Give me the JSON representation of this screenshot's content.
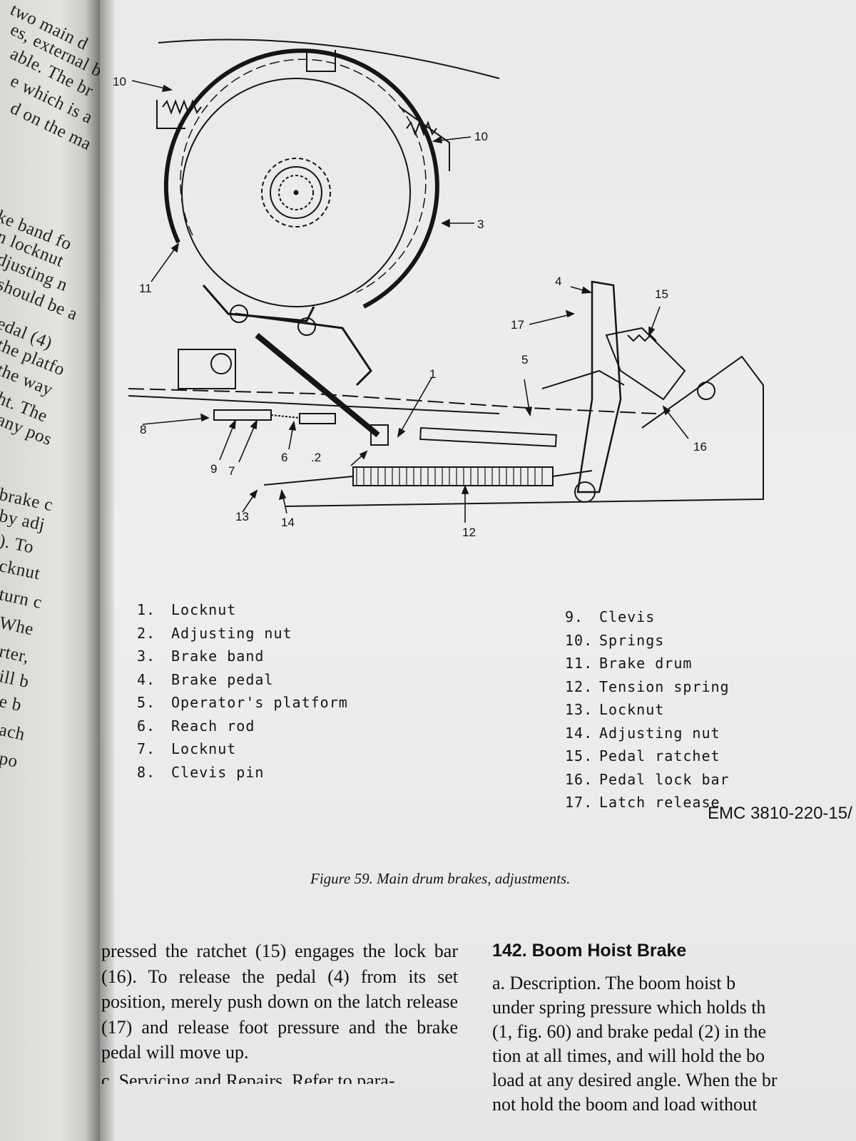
{
  "left_page_fragments": [
    "two main d",
    "es, external b",
    "able. The br",
    "e which is a",
    "d on the ma",
    "ke band fo",
    "n locknut",
    "djusting n",
    "should be a",
    "edal (4)",
    "the platfo",
    "the way",
    "ht. The",
    "any pos",
    "brake c",
    "by adj",
    "). To",
    "cknut",
    "turn c",
    "Whe",
    "rter,",
    "ill b",
    "e b",
    "ach",
    "po"
  ],
  "callouts": {
    "c1": "1",
    "c2": ".2",
    "c3": "3",
    "c4": "4",
    "c5": "5",
    "c6": "6",
    "c7": "7",
    "c8": "8",
    "c9": "9",
    "c10a": "10",
    "c10b": "10",
    "c11": "11",
    "c12": "12",
    "c13": "13",
    "c14": "14",
    "c15": "15",
    "c16": "16",
    "c17": "17"
  },
  "legend_left": [
    {
      "num": "1.",
      "label": "Locknut"
    },
    {
      "num": "2.",
      "label": "Adjusting nut"
    },
    {
      "num": "3.",
      "label": "Brake band"
    },
    {
      "num": "4.",
      "label": "Brake pedal"
    },
    {
      "num": "5.",
      "label": "Operator's platform"
    },
    {
      "num": "6.",
      "label": "Reach rod"
    },
    {
      "num": "7.",
      "label": "Locknut"
    },
    {
      "num": "8.",
      "label": "Clevis pin"
    }
  ],
  "legend_right": [
    {
      "num": "9.",
      "label": "Clevis"
    },
    {
      "num": "10.",
      "label": "Springs"
    },
    {
      "num": "11.",
      "label": "Brake drum"
    },
    {
      "num": "12.",
      "label": "Tension spring"
    },
    {
      "num": "13.",
      "label": "Locknut"
    },
    {
      "num": "14.",
      "label": "Adjusting nut"
    },
    {
      "num": "15.",
      "label": "Pedal ratchet"
    },
    {
      "num": "16.",
      "label": "Pedal lock bar"
    },
    {
      "num": "17.",
      "label": "Latch release"
    }
  ],
  "doc_number": "EMC 3810-220-15/",
  "figure_caption": "Figure 59. Main drum brakes, adjustments.",
  "body_left": {
    "paragraph": "pressed the ratchet (15) engages the lock bar (16). To release the pedal (4) from its set position, merely push down on the latch release (17) and release foot pressure and the brake pedal will move up.",
    "cut_line": "c. Servicing and Repairs. Refer to para-"
  },
  "body_right": {
    "heading": "142. Boom Hoist Brake",
    "lines": [
      "a. Description. The boom hoist b",
      "under spring pressure which holds th",
      "(1, fig. 60) and brake pedal (2) in the",
      "tion at all times, and will hold the bo",
      "load at any desired angle. When the br",
      "not hold the boom and load without"
    ]
  },
  "colors": {
    "ink": "#151515",
    "paper": "#ececea"
  }
}
